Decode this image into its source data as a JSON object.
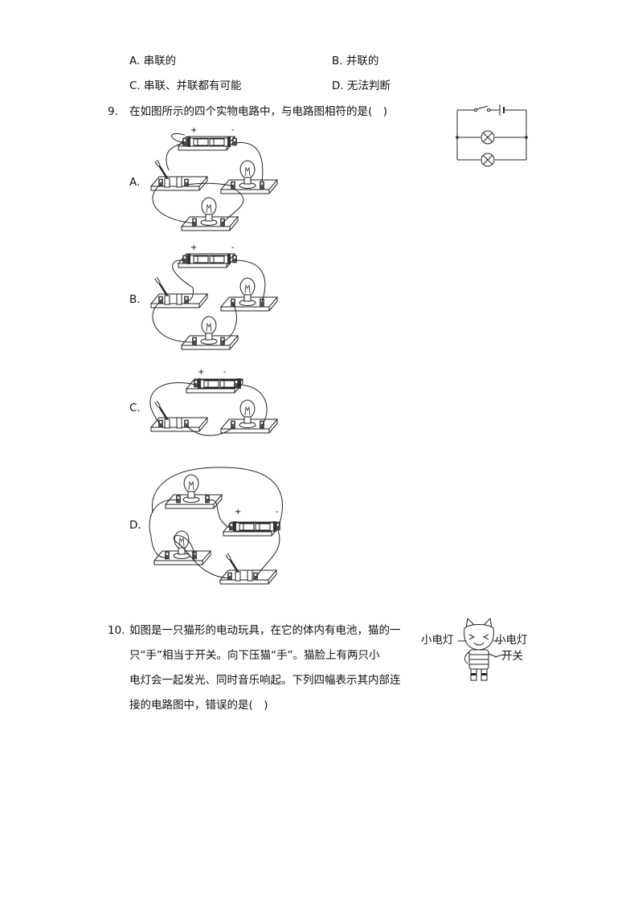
{
  "q8": {
    "options": [
      "A. 串联的",
      "B. 并联的",
      "C. 串联、并联都有可能",
      "D. 无法判断"
    ]
  },
  "q9": {
    "number": "9.",
    "stem": "在如图所示的四个实物电路中，与电路图相符的是(　)",
    "option_labels": [
      "A.",
      "B.",
      "C.",
      "D."
    ],
    "battery_plus": "+",
    "battery_minus": "-"
  },
  "q10": {
    "number": "10.",
    "lines": [
      "如图是一只猫形的电动玩具，在它的体内有电池，猫的一",
      "只“手”相当于开关。向下压猫“手”。猫脸上有两只小",
      "电灯会一起发光、同时音乐响起。下列四幅表示其内部连",
      "接的电路图中，错误的是(　)"
    ],
    "figure_labels": {
      "left_lamp": "小电灯",
      "right_lamp": "小电灯",
      "switch": "开关"
    }
  }
}
